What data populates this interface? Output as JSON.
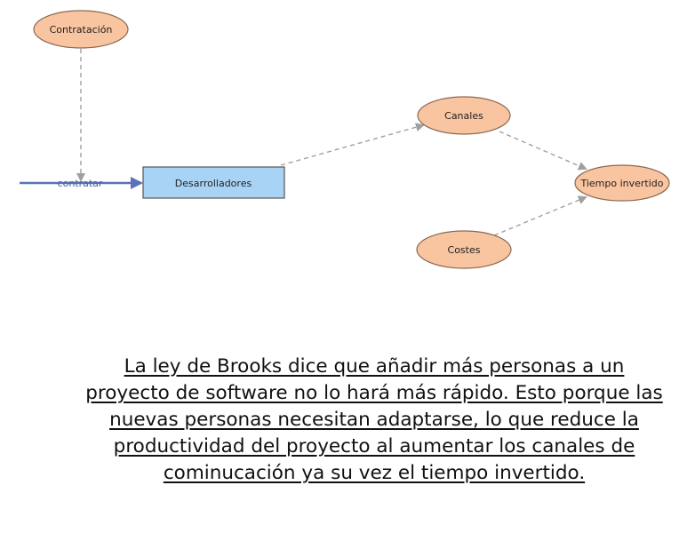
{
  "diagram": {
    "nodes": {
      "contratacion": "Contratación",
      "canales": "Canales",
      "tiempo": "Tiempo invertido",
      "costes": "Costes",
      "desarrolladores": "Desarrolladores"
    },
    "flow_label": "contratar",
    "colors": {
      "auxiliary_fill": "#f9c4a0",
      "auxiliary_stroke": "#8a6a52",
      "stock_fill": "#a9d3f5",
      "stock_stroke": "#555555",
      "flow": "#5b73b6",
      "link": "#a0a0a0"
    }
  },
  "caption": "La ley de Brooks dice que añadir más personas a un proyecto de software no lo hará más rápido. Esto porque las nuevas personas necesitan adaptarse, lo que reduce la productividad del proyecto al aumentar los canales de cominucación ya su vez el tiempo invertido."
}
